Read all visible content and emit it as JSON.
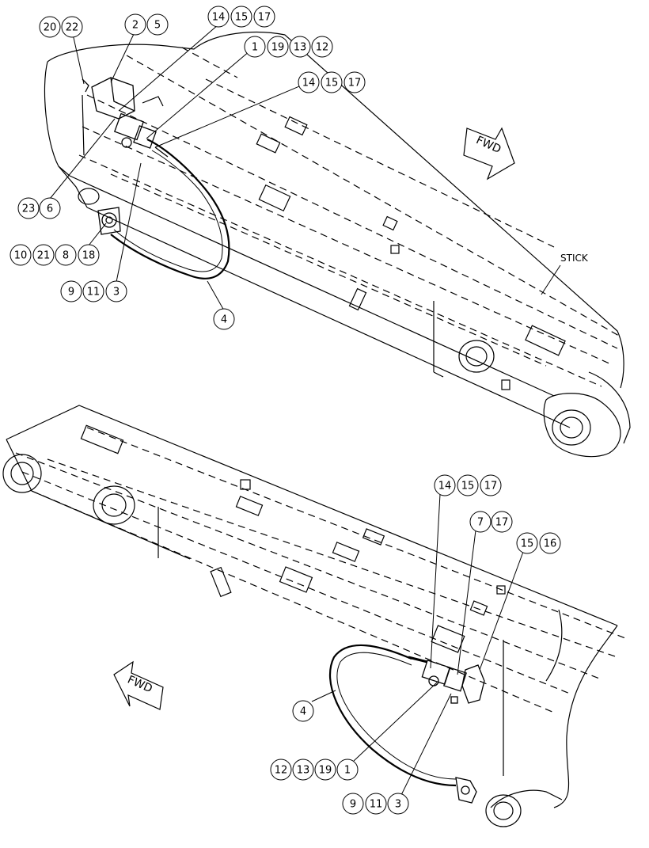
{
  "diagram": {
    "stick_label": "STICK",
    "fwd_label_top": "FWD",
    "fwd_label_bottom": "FWD",
    "top_view": {
      "callouts": [
        {
          "id": "t-20",
          "label": "20"
        },
        {
          "id": "t-22",
          "label": "22"
        },
        {
          "id": "t-2",
          "label": "2"
        },
        {
          "id": "t-5",
          "label": "5"
        },
        {
          "id": "t-14a",
          "label": "14"
        },
        {
          "id": "t-15a",
          "label": "15"
        },
        {
          "id": "t-17a",
          "label": "17"
        },
        {
          "id": "t-1",
          "label": "1"
        },
        {
          "id": "t-19",
          "label": "19"
        },
        {
          "id": "t-13",
          "label": "13"
        },
        {
          "id": "t-12",
          "label": "12"
        },
        {
          "id": "t-14b",
          "label": "14"
        },
        {
          "id": "t-15b",
          "label": "15"
        },
        {
          "id": "t-17b",
          "label": "17"
        },
        {
          "id": "t-23",
          "label": "23"
        },
        {
          "id": "t-6",
          "label": "6"
        },
        {
          "id": "t-10",
          "label": "10"
        },
        {
          "id": "t-21",
          "label": "21"
        },
        {
          "id": "t-8",
          "label": "8"
        },
        {
          "id": "t-18",
          "label": "18"
        },
        {
          "id": "t-9",
          "label": "9"
        },
        {
          "id": "t-11",
          "label": "11"
        },
        {
          "id": "t-3",
          "label": "3"
        },
        {
          "id": "t-4",
          "label": "4"
        }
      ]
    },
    "bottom_view": {
      "callouts": [
        {
          "id": "b-14",
          "label": "14"
        },
        {
          "id": "b-15a",
          "label": "15"
        },
        {
          "id": "b-17a",
          "label": "17"
        },
        {
          "id": "b-7",
          "label": "7"
        },
        {
          "id": "b-17b",
          "label": "17"
        },
        {
          "id": "b-15b",
          "label": "15"
        },
        {
          "id": "b-16",
          "label": "16"
        },
        {
          "id": "b-4",
          "label": "4"
        },
        {
          "id": "b-12",
          "label": "12"
        },
        {
          "id": "b-13",
          "label": "13"
        },
        {
          "id": "b-19",
          "label": "19"
        },
        {
          "id": "b-1",
          "label": "1"
        },
        {
          "id": "b-9",
          "label": "9"
        },
        {
          "id": "b-11",
          "label": "11"
        },
        {
          "id": "b-3",
          "label": "3"
        }
      ]
    }
  }
}
